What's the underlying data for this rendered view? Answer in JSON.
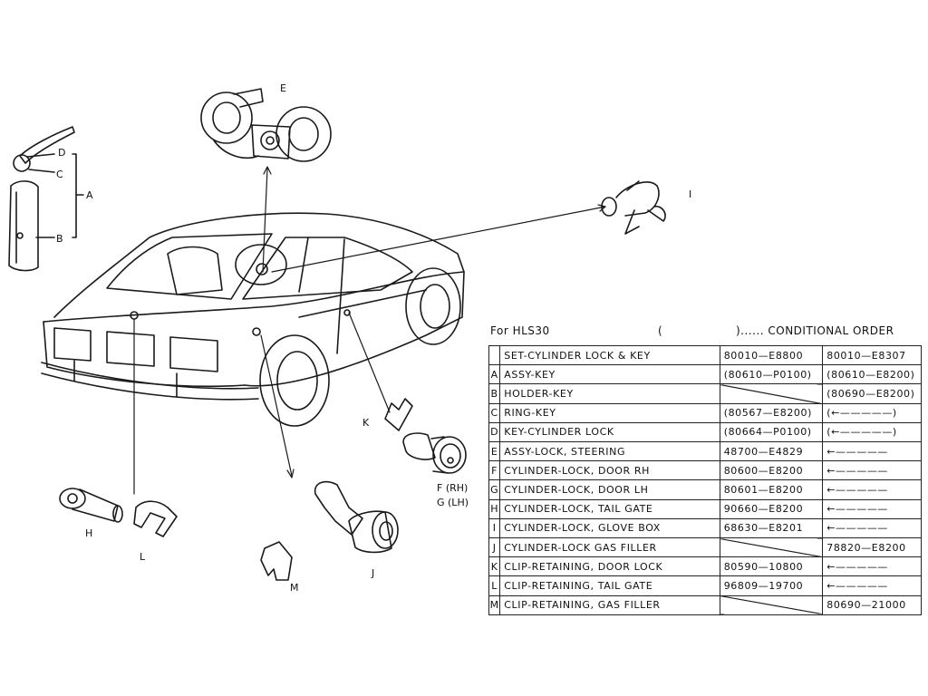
{
  "header": {
    "model": "For HLS30",
    "paren_open": "(",
    "conditional": ")...... CONDITIONAL ORDER"
  },
  "callouts": {
    "A": "A",
    "B": "B",
    "C": "C",
    "D": "D",
    "E": "E",
    "F": "F (RH)",
    "G": "G (LH)",
    "H": "H",
    "I": "I",
    "J": "J",
    "K": "K",
    "L": "L",
    "M": "M"
  },
  "table": {
    "rows": [
      {
        "key": "",
        "name": "SET-CYLINDER LOCK & KEY",
        "p1": "80010—E8800",
        "p2": "80010—E8307"
      },
      {
        "key": "A",
        "name": "ASSY-KEY",
        "p1": "(80610—P0100)",
        "p2": "(80610—E8200)"
      },
      {
        "key": "B",
        "name": "HOLDER-KEY",
        "p1": "",
        "p2": "(80690—E8200)"
      },
      {
        "key": "C",
        "name": "RING-KEY",
        "p1": "(80567—E8200)",
        "p2": "(←—————)"
      },
      {
        "key": "D",
        "name": "KEY-CYLINDER LOCK",
        "p1": "(80664—P0100)",
        "p2": "(←—————)"
      },
      {
        "key": "E",
        "name": "ASSY-LOCK, STEERING",
        "p1": "48700—E4829",
        "p2": "←—————"
      },
      {
        "key": "F",
        "name": "CYLINDER-LOCK, DOOR RH",
        "p1": "80600—E8200",
        "p2": "←—————"
      },
      {
        "key": "G",
        "name": "CYLINDER-LOCK, DOOR LH",
        "p1": "80601—E8200",
        "p2": "←—————"
      },
      {
        "key": "H",
        "name": "CYLINDER-LOCK, TAIL GATE",
        "p1": "90660—E8200",
        "p2": "←—————"
      },
      {
        "key": "I",
        "name": "CYLINDER-LOCK, GLOVE BOX",
        "p1": "68630—E8201",
        "p2": "←—————"
      },
      {
        "key": "J",
        "name": "CYLINDER-LOCK GAS FILLER",
        "p1": "",
        "p2": "78820—E8200"
      },
      {
        "key": "K",
        "name": "CLIP-RETAINING, DOOR LOCK",
        "p1": "80590—10800",
        "p2": "←—————"
      },
      {
        "key": "L",
        "name": "CLIP-RETAINING, TAIL GATE",
        "p1": "96809—19700",
        "p2": "←—————"
      },
      {
        "key": "M",
        "name": "CLIP-RETAINING, GAS FILLER",
        "p1": "",
        "p2": "80690—21000"
      }
    ]
  }
}
